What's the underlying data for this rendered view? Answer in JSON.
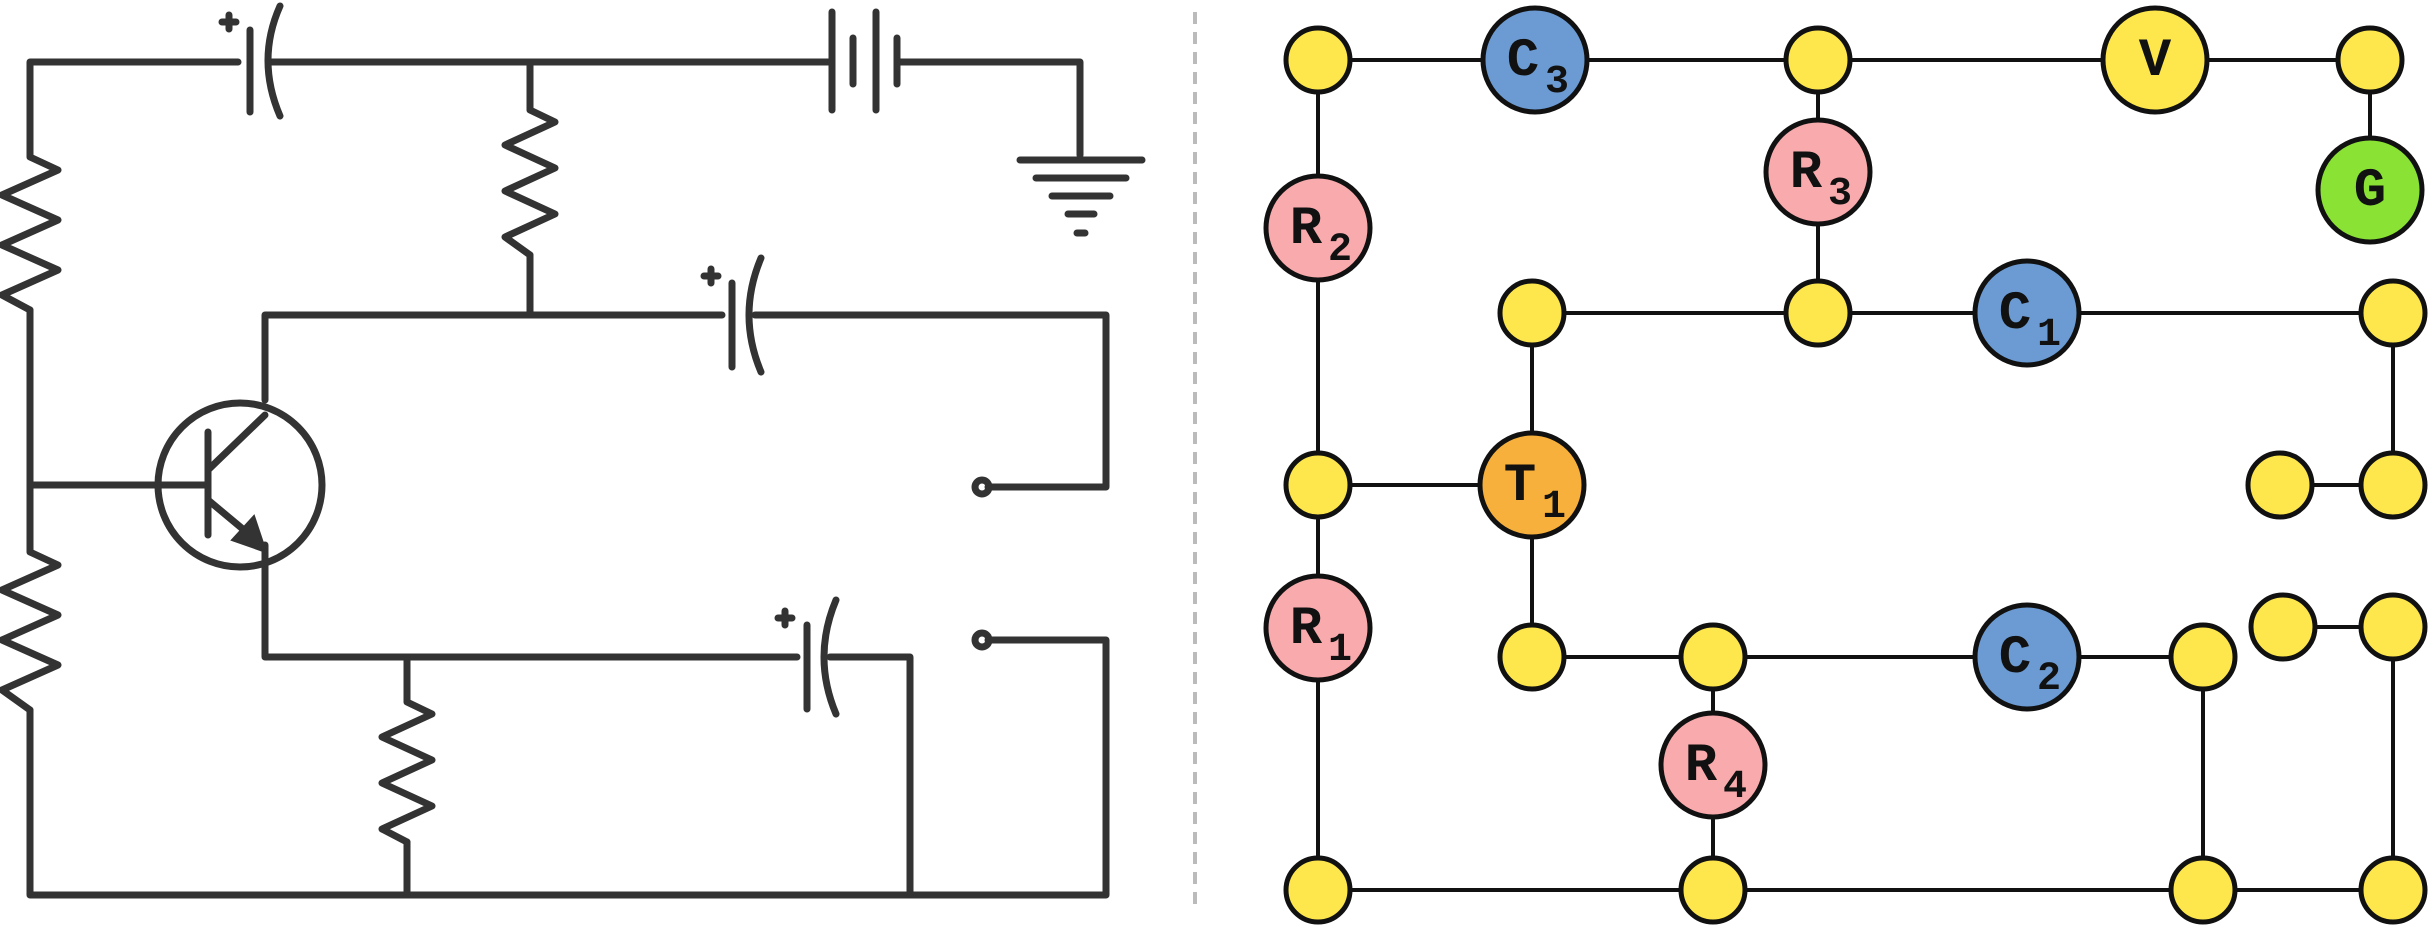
{
  "colors": {
    "wire": "#333333",
    "divider": "#bbbbbb",
    "junction": "#fde74c",
    "resistor": "#f8aaad",
    "capacitor": "#6b9bd2",
    "transistor": "#f8b03c",
    "source": "#fde74c",
    "ground": "#8ae234",
    "edge": "#111111"
  },
  "circuit": {
    "components": [
      "electrolytic-capacitor-c3",
      "battery",
      "ground",
      "resistor-r2",
      "resistor-r3",
      "npn-transistor",
      "electrolytic-capacitor-c1",
      "resistor-r1",
      "resistor-r4",
      "electrolytic-capacitor-c2",
      "output-terminals"
    ],
    "polarity_mark": "+"
  },
  "graph": {
    "nodes": [
      {
        "id": "j1",
        "type": "junction"
      },
      {
        "id": "C3",
        "type": "capacitor",
        "letter": "C",
        "sub": "3"
      },
      {
        "id": "j2",
        "type": "junction"
      },
      {
        "id": "V",
        "type": "source",
        "letter": "V",
        "sub": ""
      },
      {
        "id": "j3",
        "type": "junction"
      },
      {
        "id": "R2",
        "type": "resistor",
        "letter": "R",
        "sub": "2"
      },
      {
        "id": "R3",
        "type": "resistor",
        "letter": "R",
        "sub": "3"
      },
      {
        "id": "G",
        "type": "ground",
        "letter": "G",
        "sub": ""
      },
      {
        "id": "j4",
        "type": "junction"
      },
      {
        "id": "j5",
        "type": "junction"
      },
      {
        "id": "C1",
        "type": "capacitor",
        "letter": "C",
        "sub": "1"
      },
      {
        "id": "j6",
        "type": "junction"
      },
      {
        "id": "j7",
        "type": "junction"
      },
      {
        "id": "T1",
        "type": "transistor",
        "letter": "T",
        "sub": "1"
      },
      {
        "id": "j8",
        "type": "junction"
      },
      {
        "id": "j9",
        "type": "junction"
      },
      {
        "id": "R1",
        "type": "resistor",
        "letter": "R",
        "sub": "1"
      },
      {
        "id": "j10",
        "type": "junction"
      },
      {
        "id": "j11",
        "type": "junction"
      },
      {
        "id": "C2",
        "type": "capacitor",
        "letter": "C",
        "sub": "2"
      },
      {
        "id": "j12",
        "type": "junction"
      },
      {
        "id": "j13",
        "type": "junction"
      },
      {
        "id": "j14",
        "type": "junction"
      },
      {
        "id": "R4",
        "type": "resistor",
        "letter": "R",
        "sub": "4"
      },
      {
        "id": "j15",
        "type": "junction"
      },
      {
        "id": "j16",
        "type": "junction"
      },
      {
        "id": "j17",
        "type": "junction"
      },
      {
        "id": "j18",
        "type": "junction"
      }
    ],
    "edges": [
      [
        "j1",
        "C3"
      ],
      [
        "C3",
        "j2"
      ],
      [
        "j2",
        "V"
      ],
      [
        "V",
        "j3"
      ],
      [
        "j1",
        "R2"
      ],
      [
        "j2",
        "R3"
      ],
      [
        "j3",
        "G"
      ],
      [
        "R3",
        "j5"
      ],
      [
        "j4",
        "j5"
      ],
      [
        "j5",
        "C1"
      ],
      [
        "C1",
        "j6"
      ],
      [
        "j6",
        "j8"
      ],
      [
        "j7",
        "j8"
      ],
      [
        "R2",
        "j9"
      ],
      [
        "j9",
        "T1"
      ],
      [
        "j4",
        "T1"
      ],
      [
        "T1",
        "j10"
      ],
      [
        "j9",
        "R1"
      ],
      [
        "R1",
        "j15"
      ],
      [
        "j10",
        "j11"
      ],
      [
        "j11",
        "C2"
      ],
      [
        "C2",
        "j12"
      ],
      [
        "j11",
        "R4"
      ],
      [
        "R4",
        "j16"
      ],
      [
        "j12",
        "j17"
      ],
      [
        "j13",
        "j14"
      ],
      [
        "j14",
        "j18"
      ],
      [
        "j15",
        "j16"
      ],
      [
        "j16",
        "j17"
      ],
      [
        "j17",
        "j18"
      ]
    ]
  }
}
